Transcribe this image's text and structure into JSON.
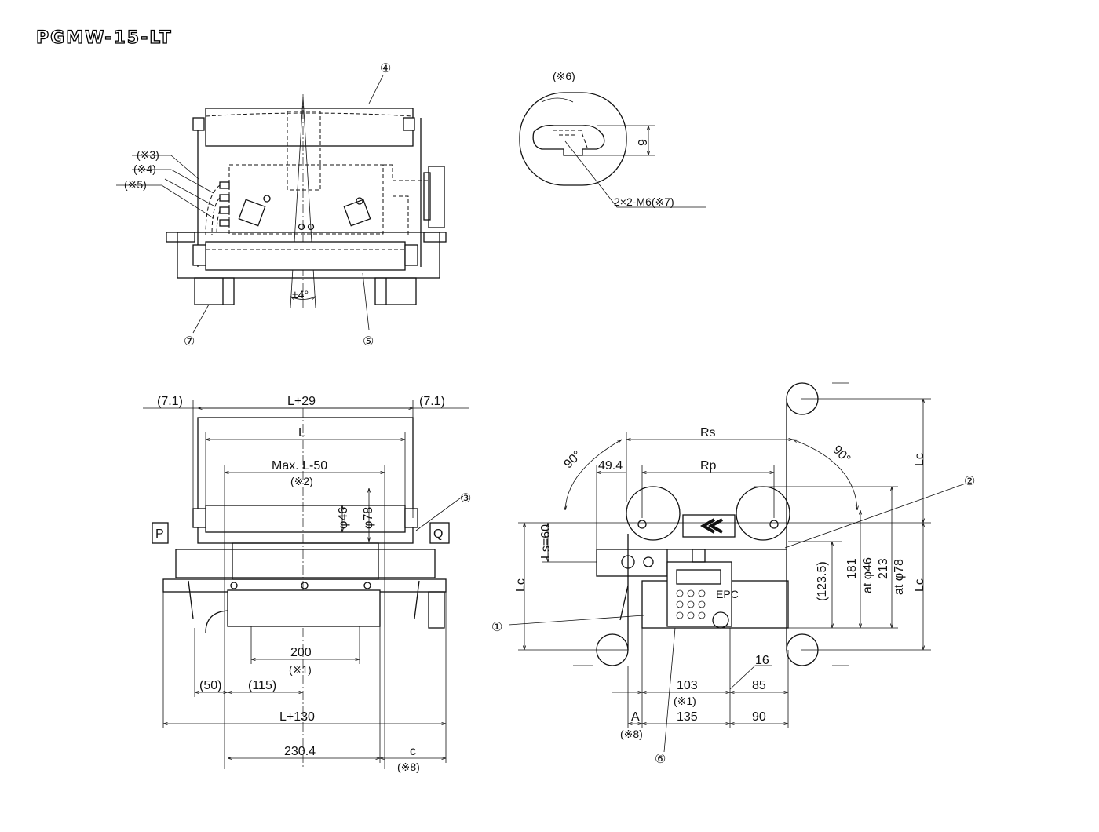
{
  "title": "PGMW-15-LT",
  "callouts": {
    "c1": "①",
    "c2": "②",
    "c3": "③",
    "c4": "④",
    "c5": "⑤",
    "c6": "⑥",
    "c7": "⑦"
  },
  "top_view": {
    "note3": "(※3)",
    "note4": "(※4)",
    "note5": "(※5)",
    "angle": "±4°"
  },
  "detail": {
    "note6": "(※6)",
    "dim9": "9",
    "thread": "2×2-M6(※7)"
  },
  "front_view": {
    "d_71_left": "(7.1)",
    "d_L29": "L+29",
    "d_71_right": "(7.1)",
    "d_L": "L",
    "d_max": "Max. L-50",
    "d_note2": "(※2)",
    "d_phi46": "φ46",
    "d_phi78": "φ78",
    "label_p": "P",
    "label_q": "Q",
    "d_200": "200",
    "d_note1": "(※1)",
    "d_50": "(50)",
    "d_115": "(115)",
    "d_L130": "L+130",
    "d_2304": "230.4",
    "d_c": "c",
    "d_note8": "(※8)"
  },
  "side_view": {
    "angle_left": "90°",
    "angle_right": "90°",
    "d_Rs": "Rs",
    "d_494": "49.4",
    "d_Rp": "Rp",
    "d_Lc_top": "Lc",
    "d_Ls": "Ls=60",
    "d_Lc_left": "Lc",
    "d_1235": "(123.5)",
    "d_181": "181",
    "d_at46": "at φ46",
    "d_213": "213",
    "d_at78": "at φ78",
    "d_Lc_right": "Lc",
    "d_16": "16",
    "d_103": "103",
    "d_note1": "(※1)",
    "d_85": "85",
    "d_A": "A",
    "d_135": "135",
    "d_90": "90",
    "d_note8": "(※8)",
    "display": "EPC"
  }
}
